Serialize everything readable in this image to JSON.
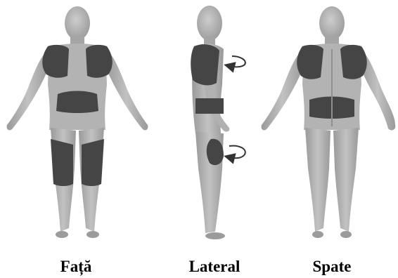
{
  "figure": {
    "views": [
      {
        "id": "front",
        "label": "Față"
      },
      {
        "id": "side",
        "label": "Lateral"
      },
      {
        "id": "back",
        "label": "Spate"
      }
    ]
  },
  "colors": {
    "skin": "#a9a9a9",
    "skin_light": "#c4c4c4",
    "skin_shadow": "#8e8e8e",
    "zone": "#454545",
    "zone_dark": "#333333",
    "arrow": "#333333"
  },
  "icons": {
    "rotation_arrow": "curved-arrow-icon"
  }
}
